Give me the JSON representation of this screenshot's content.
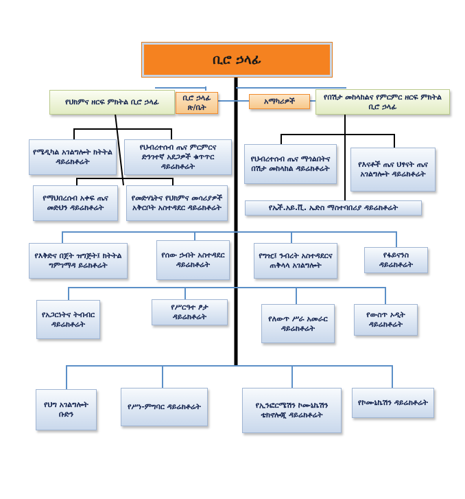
{
  "top_title": "ቢሮ ኃላፊ",
  "boxes": {
    "deputy_left": "የህክምና ዘርፍ ምክትል ቢሮ ኃላፊ",
    "office_secretary": "ቢሮ ኃላፊ ጽ/ቤት",
    "advisors": "አማካሪዎች",
    "deputy_right": "የበሽታ መከላከልና የምርምር ዘርፍ ምክትል ቢሮ ኃላፊ",
    "medical_services": "የሜዲካል አገልግሎት ክትትል ዳይሬክቶሬት",
    "public_health_research": "የህብረተሰብ ጤና ምርምርና ድንገተኛ አደጋዎች ቁጥጥር ዳይሬክቶሬት",
    "community_health": "የማህበረሰብ አቀፍ ጤና መድህን ዳይሬክቶሬት",
    "pharmaceutical": "የመድሃኒትና የህክምና መሳሪያዎች አቅርቦት አስተዳደር ዳይሬክቶሬት",
    "disease_prevention": "የህብረተሰብ ጤና ማጎልበትና በሽታ መከላከል ዳይሬክቶሬት",
    "maternal_child": "የእናቶች ጤና ህፃናት ጤና አገልግሎት ዳይሬክቶሬት",
    "hiv_aids": "የኤች.አይ.ቪ. ኤድስ ማስተባበሪያ ዳይሬክቶሬት",
    "planning": "የእቅድና በጀት ዝግጅት፤ ክትትል ግምገማዳ ይሬክቶሬት",
    "human_resources": "የሰው ኃብት አስተዳደር ዳይሬክቶሬት",
    "procurement": "የግዢ፤ ንብረት አስተዳደርና ጠቅላላ አገልግሎት",
    "finance": "የፋይናንስ ዳይሬክቶሬት",
    "gender": "የአጋርነትና ትብብር ዳይሬክቶሬት",
    "ethics": "የሥርዓተ ፆታ ዳይሬክቶሬት",
    "change_management": "የለውጥ ሥራ አመራር ዳይሬክቶሬት",
    "internal_audit": "የውስጥ ኦዲት ዳይሬክቶሬት",
    "legal": "የህግ አገልግሎት ቡድን",
    "ethics_liaison": "የሥነ-ምግባር ዳይሬክቶሬት",
    "ict": "የኢንፎርሜሽን ኮሙኒኬሽን ቴክኖሎጂ ዳይሬክቶሬት",
    "communication": "የኮሙኒኬሽን ዳይሬክቶሬት"
  }
}
